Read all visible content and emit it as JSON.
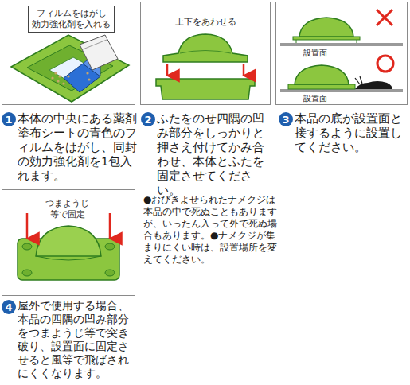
{
  "diagram": {
    "nodes": [
      {
        "text": [
          "フィルムをはがし 効力強化剤を入れる"
        ]
      },
      {
        "text": [
          "1"
        ]
      },
      {
        "text": [
          "上下をあわせる"
        ]
      },
      {
        "text": [
          "2"
        ]
      },
      {
        "text": [
          "設置面",
          "設置面"
        ]
      },
      {
        "text": [
          "3"
        ]
      },
      {
        "text": [
          "つまようじ 等で固定"
        ]
      },
      {
        "text": [
          "4"
        ]
      }
    ],
    "labels": [
      "本体の中央にある薬剤塗布シートの青色のフィルムをはがし、同封の効力強化剤を1包入れます。",
      "ふたをのせ四隅の凹み部分をしっかりと押さえ付けてかみ合わせ、本体とふたを固定させてください。",
      "本品の底が設置面と接するように設置してください。",
      "屋外で使用する場合、本品の四隅の凹み部分をつまようじ等で突き破り、設置面に固定させると風等で飛ばされにくくなります。",
      "●おびきよせられたナメクジは本品の中で死ぬこともありますが、いったん入って外で死ぬ場合もあります。●ナメクジが集まりにくい時は、設置場所を変えてください。"
    ]
  }
}
